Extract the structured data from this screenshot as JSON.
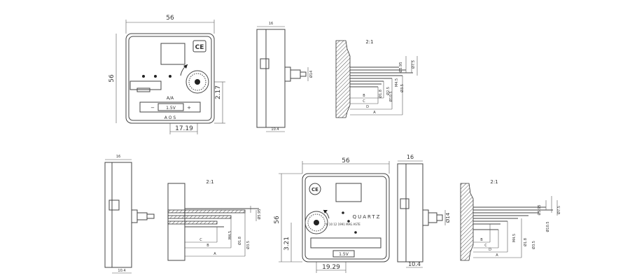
{
  "top_front": {
    "width_dim": "56",
    "height_dim": "56",
    "dim_217": "2.17",
    "dim_1719": "17.19",
    "ce_mark": "CE",
    "label_top": "A/A",
    "battery_label": "1.5V",
    "minus": "−",
    "plus": "+",
    "label_bottom": "A O S"
  },
  "top_side": {
    "top_dim": "16",
    "bottom_dim": "10.4",
    "right_dim": "Ø14"
  },
  "top_section": {
    "scale": "2:1",
    "labels": [
      "B",
      "C",
      "D",
      "A",
      "Ø5.95",
      "M4.5",
      "Ø7.5",
      "Ø2.5",
      "Ø3.5",
      "Ø1.8",
      "Ø10.5"
    ]
  },
  "bottom_side": {
    "top_dim": "16",
    "bottom_dim": "10.4"
  },
  "bottom_section": {
    "scale": "2:1",
    "labels": [
      "C",
      "B",
      "A",
      "Ø5.95",
      "M4.5",
      "Ø1.8",
      "Ø3.5"
    ]
  },
  "bottom_front": {
    "width_dim": "56",
    "height_dim": "56",
    "dim_321": "3.21",
    "dim_1929": "19.29",
    "ce_mark": "CE",
    "quartz_text": "QUARTZ",
    "small_text": "M 10 12 1991 MAG ASTE",
    "battery_label": "1.5V"
  },
  "bottom_side2": {
    "top_dim": "16",
    "bottom_dim": "10.4",
    "right_dim": "Ø14"
  },
  "bottom_section2": {
    "scale": "2:1",
    "labels": [
      "B",
      "C",
      "D",
      "A",
      "Ø5.95",
      "M4.5",
      "Ø1.8",
      "Ø3.5",
      "Ø7.5",
      "Ø10.5"
    ]
  }
}
